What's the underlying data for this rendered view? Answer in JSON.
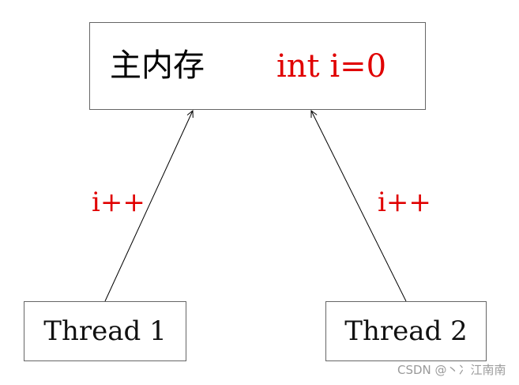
{
  "memory": {
    "label": "主内存",
    "value": "int i=0"
  },
  "threads": [
    {
      "label": "Thread 1",
      "operation": "i++"
    },
    {
      "label": "Thread 2",
      "operation": "i++"
    }
  ],
  "watermark": "CSDN @丶冫江南南",
  "colors": {
    "highlight": "#e00000",
    "text": "#000000",
    "border": "#666666"
  }
}
